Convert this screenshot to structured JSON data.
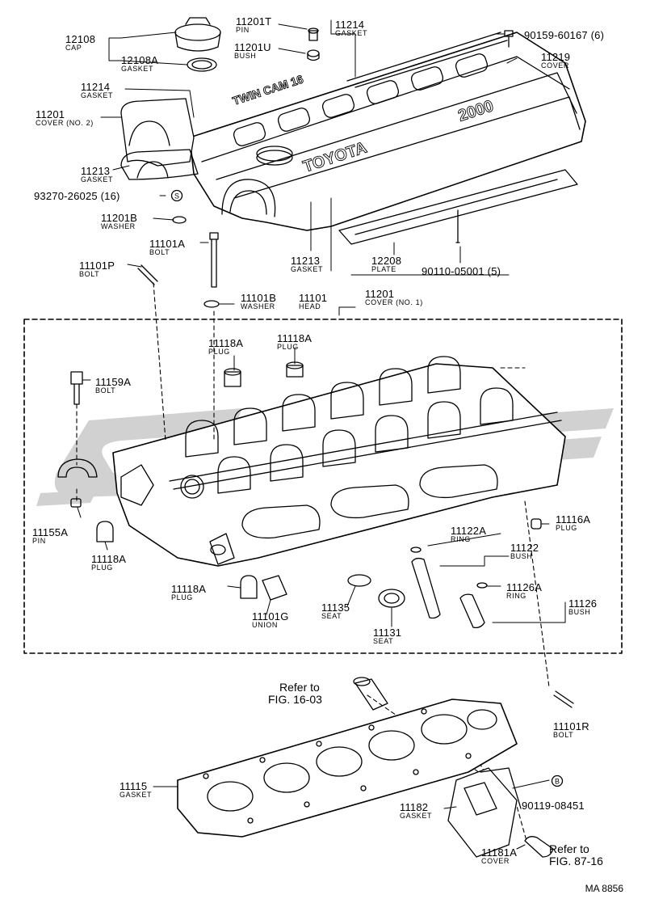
{
  "figure_code": "MA 8856",
  "watermark": "CMS",
  "parts": [
    {
      "id": "p12108",
      "number": "12108",
      "name": "CAP"
    },
    {
      "id": "p12108a",
      "number": "12108A",
      "name": "GASKET"
    },
    {
      "id": "p11201t",
      "number": "11201T",
      "name": "PIN"
    },
    {
      "id": "p11201u",
      "number": "11201U",
      "name": "BUSH"
    },
    {
      "id": "p11214a",
      "number": "11214",
      "name": "GASKET"
    },
    {
      "id": "p90159",
      "number": "90159-60167 (6)",
      "name": ""
    },
    {
      "id": "p11219",
      "number": "11219",
      "name": "COVER"
    },
    {
      "id": "p11214b",
      "number": "11214",
      "name": "GASKET"
    },
    {
      "id": "p11201no2",
      "number": "11201",
      "name": "COVER (No. 2)"
    },
    {
      "id": "p11213a",
      "number": "11213",
      "name": "GASKET"
    },
    {
      "id": "p93270",
      "number": "93270-26025 (16)",
      "name": ""
    },
    {
      "id": "p11201b",
      "number": "11201B",
      "name": "WASHER"
    },
    {
      "id": "p11101a",
      "number": "11101A",
      "name": "BOLT"
    },
    {
      "id": "p11101p",
      "number": "11101P",
      "name": "BOLT"
    },
    {
      "id": "p11213b",
      "number": "11213",
      "name": "GASKET"
    },
    {
      "id": "p12208",
      "number": "12208",
      "name": "PLATE"
    },
    {
      "id": "p90110",
      "number": "90110-05001 (5)",
      "name": ""
    },
    {
      "id": "p11101b",
      "number": "11101B",
      "name": "WASHER"
    },
    {
      "id": "p11101",
      "number": "11101",
      "name": "HEAD"
    },
    {
      "id": "p11201no1",
      "number": "11201",
      "name": "COVER (No. 1)"
    },
    {
      "id": "p11118a1",
      "number": "11118A",
      "name": "PLUG"
    },
    {
      "id": "p11118a2",
      "number": "11118A",
      "name": "PLUG"
    },
    {
      "id": "p11159a",
      "number": "11159A",
      "name": "BOLT"
    },
    {
      "id": "p11116a",
      "number": "11116A",
      "name": "PLUG"
    },
    {
      "id": "p11155a",
      "number": "11155A",
      "name": "PIN"
    },
    {
      "id": "p11118a3",
      "number": "11118A",
      "name": "PLUG"
    },
    {
      "id": "p11122a",
      "number": "11122A",
      "name": "RING"
    },
    {
      "id": "p11122",
      "number": "11122",
      "name": "BUSH"
    },
    {
      "id": "p11118a4",
      "number": "11118A",
      "name": "PLUG"
    },
    {
      "id": "p11126a",
      "number": "11126A",
      "name": "RING"
    },
    {
      "id": "p11126",
      "number": "11126",
      "name": "BUSH"
    },
    {
      "id": "p11101g",
      "number": "11101G",
      "name": "UNION"
    },
    {
      "id": "p11135",
      "number": "11135",
      "name": "SEAT"
    },
    {
      "id": "p11131",
      "number": "11131",
      "name": "SEAT"
    },
    {
      "id": "p11101r",
      "number": "11101R",
      "name": "BOLT"
    },
    {
      "id": "p11115",
      "number": "11115",
      "name": "GASKET"
    },
    {
      "id": "p90119",
      "number": "90119-08451",
      "name": ""
    },
    {
      "id": "p11182",
      "number": "11182",
      "name": "GASKET"
    },
    {
      "id": "p11181a",
      "number": "11181A",
      "name": "COVER"
    }
  ],
  "references": [
    {
      "id": "ref1603",
      "line1": "Refer to",
      "line2": "FIG. 16-03"
    },
    {
      "id": "ref8716",
      "line1": "Refer to",
      "line2": "FIG. 87-16"
    }
  ],
  "cover_markings": [
    "TOYOTA",
    "2000",
    "TWIN CAM 16"
  ],
  "markers": {
    "s": "S",
    "b": "B"
  }
}
